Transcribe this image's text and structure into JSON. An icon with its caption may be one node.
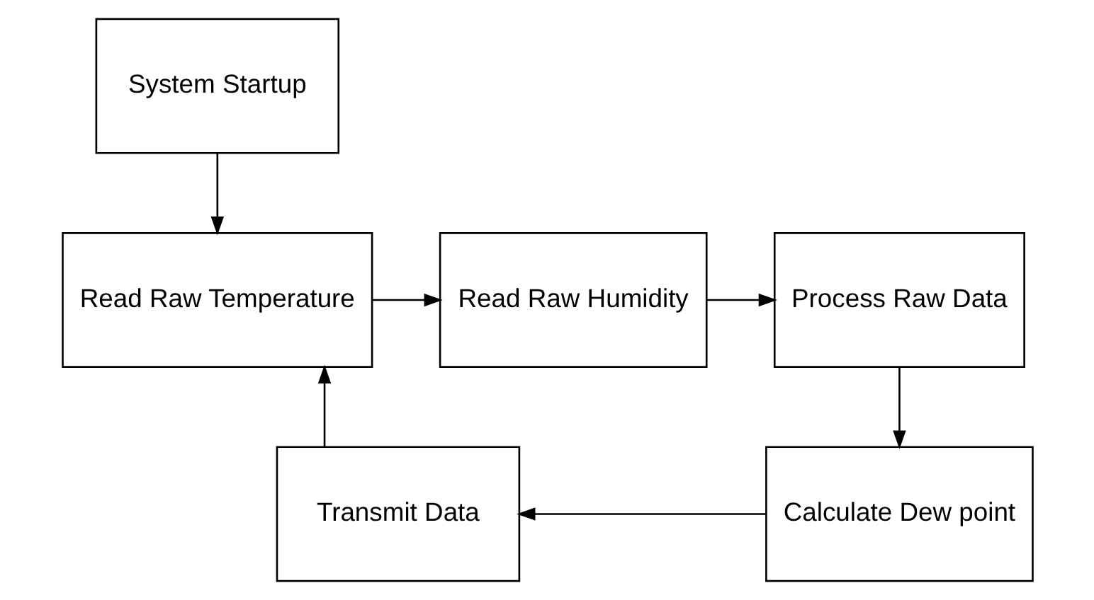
{
  "diagram": {
    "nodes": [
      {
        "text": [
          "System Startup"
        ]
      },
      {
        "text": [
          "Read Raw Temperature"
        ]
      },
      {
        "text": [
          "Read Raw Humidity"
        ]
      },
      {
        "text": [
          "Process Raw Data"
        ]
      },
      {
        "text": [
          "Transmit Data"
        ]
      },
      {
        "text": [
          "Calculate Dew point"
        ]
      }
    ],
    "edges": [
      {
        "from": 0,
        "to": 1,
        "arrow": "to"
      },
      {
        "from": 1,
        "to": 2,
        "arrow": "to"
      },
      {
        "from": 2,
        "to": 3,
        "arrow": "to"
      },
      {
        "from": 3,
        "to": 5,
        "arrow": "to"
      },
      {
        "from": 5,
        "to": 4,
        "arrow": "to"
      },
      {
        "from": 4,
        "to": 1,
        "arrow": "to"
      }
    ]
  }
}
